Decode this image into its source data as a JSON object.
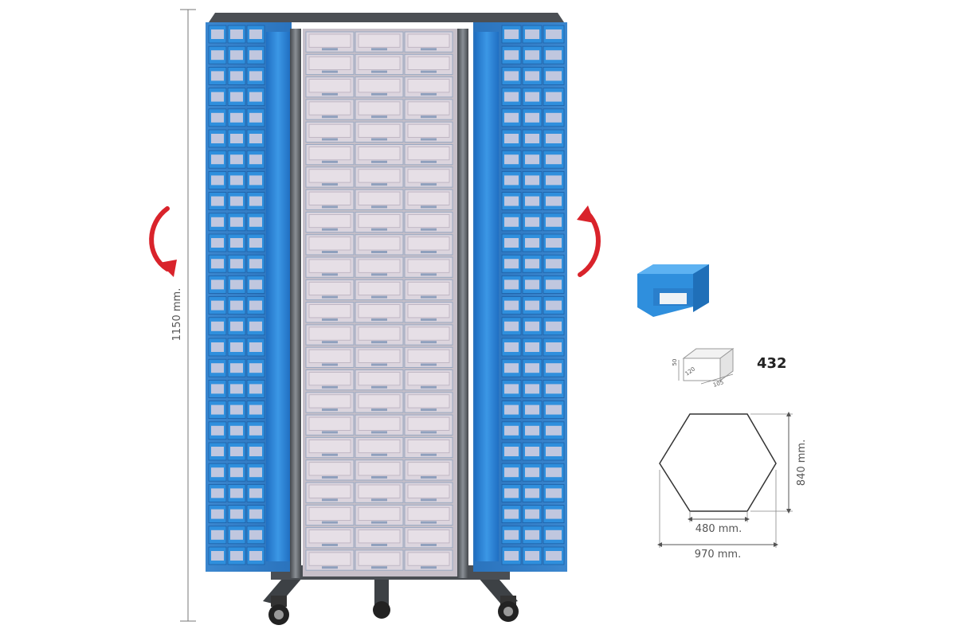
{
  "product": {
    "height_label": "1150 mm.",
    "drawer_count": "432",
    "footprint_width_label": "970 mm.",
    "footprint_side_label": "480 mm.",
    "footprint_depth_label": "840 mm.",
    "drawer_dims": {
      "height": "50",
      "depth": "120",
      "width": "105"
    }
  },
  "colors": {
    "drawer_blue": "#2f8fdd",
    "frame_gray": "#5a5e63",
    "arrow_red": "#d9232b",
    "drawer_front": "#e6dfe6"
  },
  "icons": [
    "rotate-left-arrow-icon",
    "rotate-right-arrow-icon",
    "drawer-icon",
    "drawer-dimension-box-icon"
  ]
}
